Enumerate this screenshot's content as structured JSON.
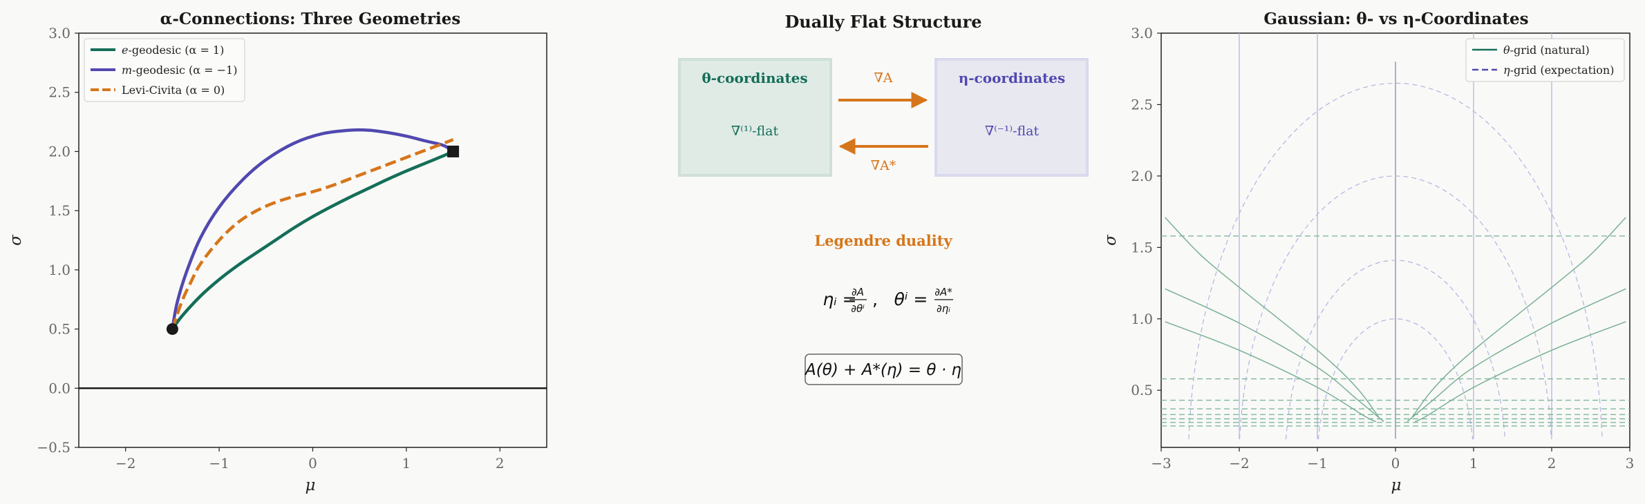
{
  "colors": {
    "background": "#f9f9f7",
    "e_geodesic": "#156e58",
    "m_geodesic": "#5148b0",
    "levi_civita": "#d6761a",
    "theta_box_fill": "#e0ebe6",
    "theta_box_edge": "#cfe0d8",
    "eta_box_fill": "#e8e8f0",
    "eta_box_edge": "#d9d9ee",
    "axis": "#222222",
    "tick_label": "#666666"
  },
  "chart_data": [
    {
      "type": "line",
      "title": "α-Connections: Three Geometries",
      "xlabel": "μ",
      "ylabel": "σ",
      "xlim": [
        -2.5,
        2.5
      ],
      "ylim": [
        -0.5,
        3.0
      ],
      "xticks": [
        -2,
        -1,
        0,
        1,
        2
      ],
      "yticks": [
        -0.5,
        0.0,
        0.5,
        1.0,
        1.5,
        2.0,
        2.5,
        3.0
      ],
      "xtick_labels": [
        "−2",
        "−1",
        "0",
        "1",
        "2"
      ],
      "ytick_labels": [
        "−0.5",
        "0.0",
        "0.5",
        "1.0",
        "1.5",
        "2.0",
        "2.5",
        "3.0"
      ],
      "grid": false,
      "legend_position": "top-left",
      "baseline_y": 0.0,
      "series": [
        {
          "name": "e-geodesic (α = 1)",
          "legend_italic": "e",
          "legend_rest": "-geodesic (α = 1)",
          "color_key": "e_geodesic",
          "dash": "solid",
          "x": [
            -1.5,
            -1.4,
            -1.2,
            -1.0,
            -0.8,
            -0.6,
            -0.4,
            -0.2,
            0.0,
            0.2,
            0.4,
            0.6,
            0.8,
            1.0,
            1.2,
            1.4,
            1.5
          ],
          "y": [
            0.5,
            0.607,
            0.778,
            0.918,
            1.038,
            1.145,
            1.25,
            1.355,
            1.45,
            1.535,
            1.615,
            1.69,
            1.765,
            1.835,
            1.9,
            1.965,
            2.0
          ]
        },
        {
          "name": "m-geodesic (α = −1)",
          "legend_italic": "m",
          "legend_rest": "-geodesic (α = −1)",
          "color_key": "m_geodesic",
          "dash": "solid",
          "x": [
            -1.5,
            -1.45,
            -1.35,
            -1.2,
            -1.0,
            -0.75,
            -0.5,
            -0.2,
            0.1,
            0.4,
            0.6,
            0.8,
            1.0,
            1.2,
            1.4,
            1.5
          ],
          "y": [
            0.5,
            0.72,
            0.98,
            1.27,
            1.53,
            1.76,
            1.93,
            2.07,
            2.15,
            2.18,
            2.18,
            2.16,
            2.13,
            2.09,
            2.05,
            2.0
          ]
        },
        {
          "name": "Levi-Civita (α = 0)",
          "legend_italic": "",
          "legend_rest": "Levi-Civita (α = 0)",
          "color_key": "levi_civita",
          "dash": "dashed",
          "x": [
            -1.5,
            -1.4,
            -1.3,
            -1.2,
            -1.0,
            -0.8,
            -0.6,
            -0.4,
            -0.2,
            0.0,
            0.2,
            0.4,
            0.6,
            0.8,
            1.0,
            1.2,
            1.4,
            1.5
          ],
          "y": [
            0.5,
            0.73,
            0.9,
            1.05,
            1.25,
            1.4,
            1.5,
            1.57,
            1.62,
            1.66,
            1.71,
            1.77,
            1.83,
            1.89,
            1.95,
            2.01,
            2.07,
            2.1
          ]
        }
      ],
      "markers": [
        {
          "name": "start-point",
          "shape": "circle",
          "x": -1.5,
          "y": 0.5
        },
        {
          "name": "end-point",
          "shape": "square",
          "x": 1.5,
          "y": 2.0
        }
      ]
    },
    {
      "type": "diagram",
      "title": "Dually Flat Structure",
      "theta_box": {
        "title": "θ-coordinates",
        "subtitle": "∇⁽¹⁾-flat"
      },
      "eta_box": {
        "title": "η-coordinates",
        "subtitle": "∇⁽⁻¹⁾-flat"
      },
      "arrow_forward_label": "∇A",
      "arrow_backward_label": "∇A*",
      "duality_heading": "Legendre duality",
      "equation_1": {
        "eta_lhs": "ηᵢ =",
        "eta_num": "∂A",
        "eta_den": "∂θⁱ",
        "theta_lhs": "θⁱ =",
        "theta_num": "∂A*",
        "theta_den": "∂ηᵢ"
      },
      "equation_2": "A(θ) + A*(η) = θ · η"
    },
    {
      "type": "line",
      "title": "Gaussian: θ- vs η-Coordinates",
      "xlabel": "μ",
      "ylabel": "σ",
      "xlim": [
        -3,
        3
      ],
      "ylim": [
        0.1,
        3.0
      ],
      "xticks": [
        -3,
        -2,
        -1,
        0,
        1,
        2,
        3
      ],
      "yticks": [
        0.5,
        1.0,
        1.5,
        2.0,
        2.5,
        3.0
      ],
      "xtick_labels": [
        "−3",
        "−2",
        "−1",
        "0",
        "1",
        "2",
        "3"
      ],
      "ytick_labels": [
        "0.5",
        "1.0",
        "1.5",
        "2.0",
        "2.5",
        "3.0"
      ],
      "grid": false,
      "legend_position": "top-right",
      "legend": [
        {
          "name": "θ-grid (natural)",
          "italic": "θ",
          "rest": "-grid (natural)",
          "color_key": "e_geodesic",
          "dash": "solid"
        },
        {
          "name": "η-grid (expectation)",
          "italic": "η",
          "rest": "-grid (expectation)",
          "color_key": "m_geodesic",
          "dash": "dashed"
        }
      ],
      "theta_grid": {
        "horizontal_sigma": [
          0.25,
          0.275,
          0.3,
          0.33,
          0.37,
          0.43,
          0.58,
          1.58
        ],
        "hyperbola_pairs": [
          {
            "mu_at_sigma": [
              [
                -2.95,
                0.98
              ],
              [
                -2.0,
                0.78
              ],
              [
                -1.0,
                0.52
              ],
              [
                -0.4,
                0.32
              ],
              [
                -0.25,
                0.28
              ]
            ]
          },
          {
            "mu_at_sigma": [
              [
                -2.95,
                1.21
              ],
              [
                -2.0,
                0.97
              ],
              [
                -1.0,
                0.66
              ],
              [
                -0.5,
                0.44
              ],
              [
                -0.15,
                0.28
              ]
            ]
          },
          {
            "mu_at_sigma": [
              [
                -2.95,
                1.71
              ],
              [
                -2.5,
                1.45
              ],
              [
                -2.0,
                1.22
              ],
              [
                -1.0,
                0.78
              ],
              [
                -0.5,
                0.52
              ],
              [
                -0.2,
                0.3
              ]
            ]
          }
        ]
      },
      "eta_grid": {
        "vertical_mu": [
          -2,
          -1,
          0,
          1,
          2
        ],
        "center_line": {
          "mu": 0,
          "sigma_top": 2.8
        },
        "semicircle_radii": [
          1.0,
          1.41,
          2.0,
          2.65
        ]
      }
    }
  ]
}
